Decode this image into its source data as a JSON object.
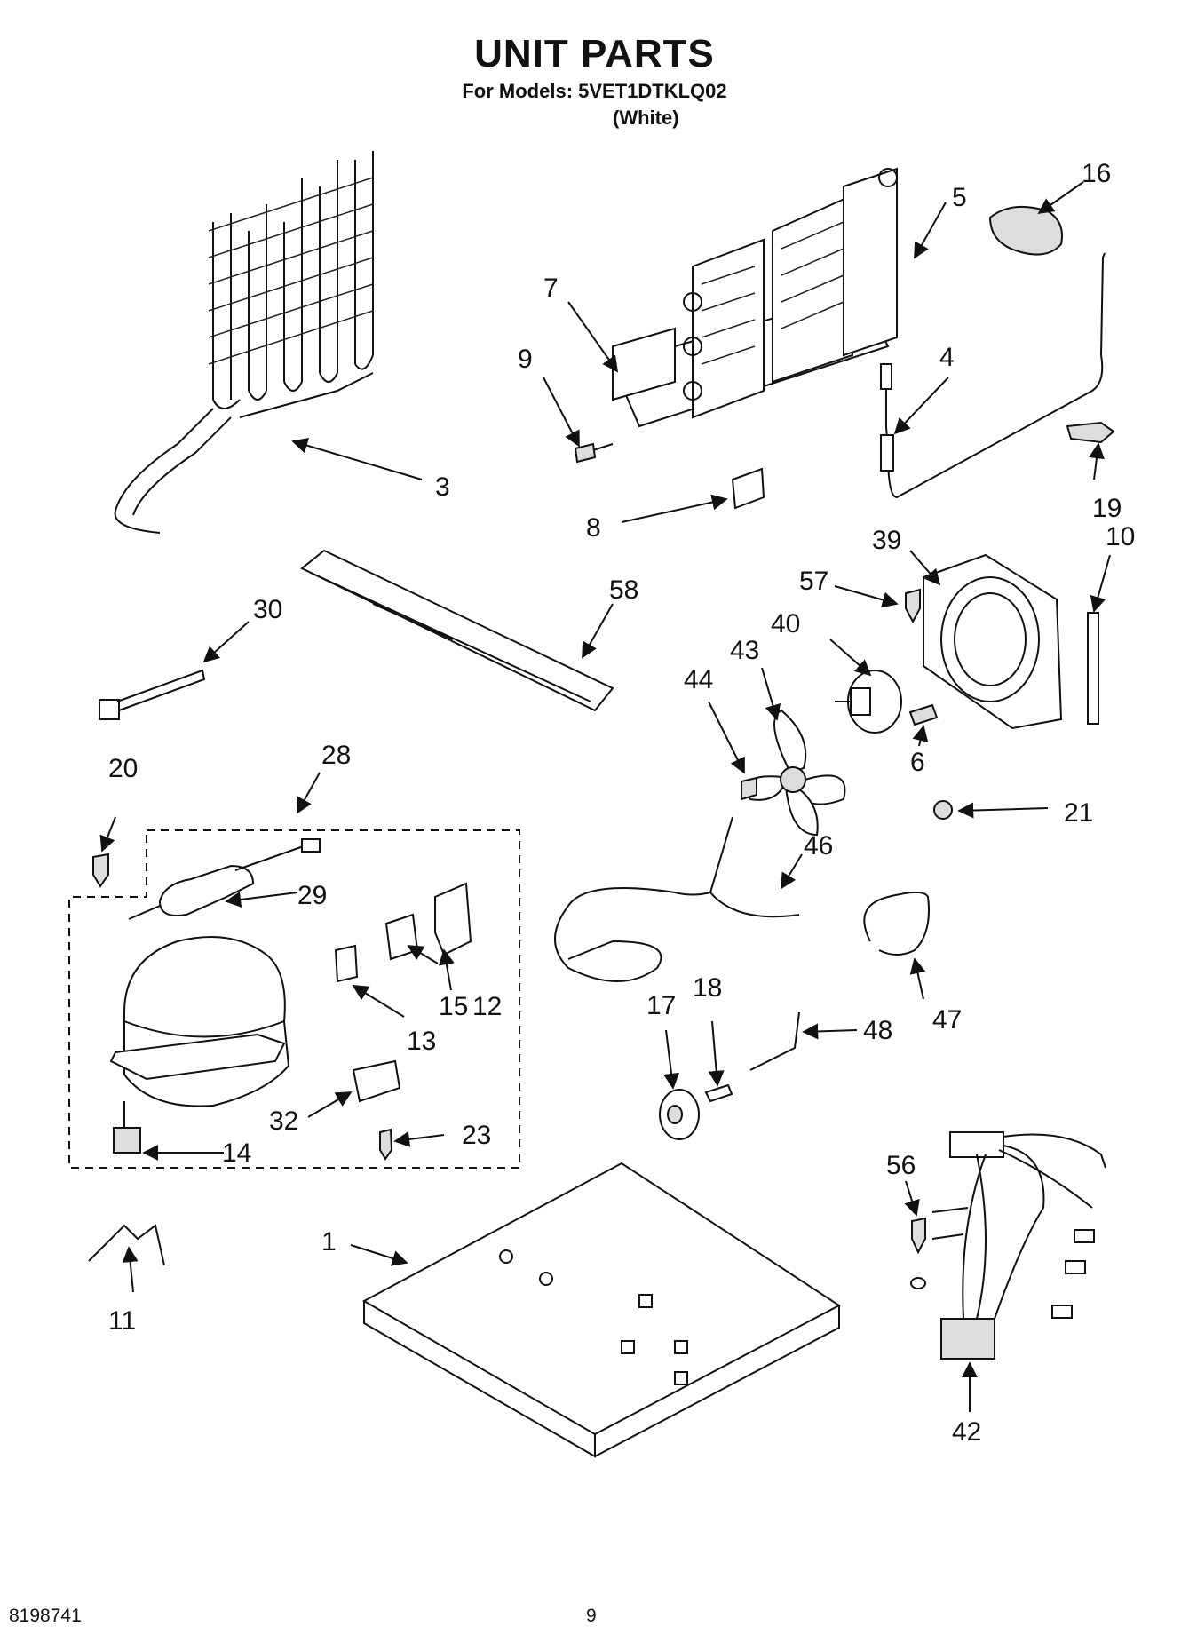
{
  "header": {
    "title": "UNIT PARTS",
    "models": "For Models: 5VET1DTKLQ02",
    "color": "(White)"
  },
  "footer": {
    "doc_number": "8198741",
    "page_number": "9"
  },
  "callouts": {
    "c1": "1",
    "c3": "3",
    "c4": "4",
    "c5": "5",
    "c6": "6",
    "c7": "7",
    "c8": "8",
    "c9": "9",
    "c10": "10",
    "c11": "11",
    "c12": "12",
    "c13": "13",
    "c14": "14",
    "c15": "15",
    "c16": "16",
    "c17": "17",
    "c18": "18",
    "c19": "19",
    "c20": "20",
    "c21": "21",
    "c23": "23",
    "c28": "28",
    "c29": "29",
    "c30": "30",
    "c32": "32",
    "c39": "39",
    "c40": "40",
    "c42": "42",
    "c43": "43",
    "c44": "44",
    "c46": "46",
    "c47": "47",
    "c48": "48",
    "c56": "56",
    "c57": "57",
    "c58": "58"
  }
}
